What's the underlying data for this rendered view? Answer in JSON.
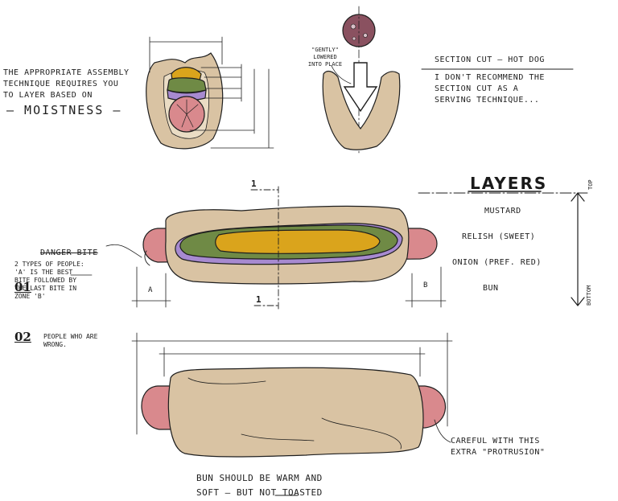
{
  "notes": {
    "assembly": "THE APPROPRIATE ASSEMBLY\nTECHNIQUE REQUIRES YOU\nTO LAYER BASED ON",
    "moistness": "— MOISTNESS —",
    "gently": "\"GENTLY\"\nLOWERED\nINTO PLACE",
    "section_title": "SECTION CUT — HOT DOG",
    "section_note": "I DON'T RECOMMEND THE\nSECTION CUT AS A\nSERVING TECHNIQUE...",
    "danger": "DANGER BITE",
    "two_types": "2 TYPES OF PEOPLE:\n'A' IS THE BEST\nBITE FOLLOWED BY\nTHE LAST BITE IN\nZONE 'B'",
    "wrong": "PEOPLE WHO ARE\nWRONG.",
    "careful": "CAREFUL WITH THIS\nEXTRA \"PROTRUSION\"",
    "bun_note": "BUN SHOULD BE WARM AND\nSOFT — BUT NOT TOASTED"
  },
  "numbers": {
    "first": "01",
    "second": "02"
  },
  "layers": {
    "title": "LAYERS",
    "items": [
      "MUSTARD",
      "RELISH (SWEET)",
      "ONION (PREF. RED)",
      "BUN"
    ],
    "top": "TOP",
    "bottom": "BOTTOM"
  },
  "markers": {
    "section": "1",
    "zone_a": "A",
    "zone_b": "B"
  },
  "colors": {
    "bun": "#d9c3a3",
    "sausage": "#d9898d",
    "mustard": "#daa41c",
    "relish": "#6f8a45",
    "onion": "#a78ad0",
    "ink": "#1e1e1e"
  }
}
